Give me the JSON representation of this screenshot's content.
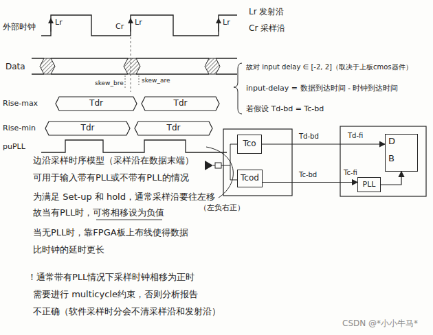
{
  "diagram": {
    "nodes": [
      {
        "text": [
          "Tdr"
        ]
      },
      {
        "text": [
          "Tdr"
        ]
      },
      {
        "text": [
          "Tdr"
        ]
      },
      {
        "text": [
          "Tdr"
        ]
      },
      {
        "text": [
          "Tco"
        ]
      },
      {
        "text": [
          "Tcod"
        ]
      },
      {
        "text": [
          "D",
          "B"
        ]
      },
      {
        "text": [
          "PLL"
        ]
      }
    ],
    "edges": [
      {
        "from": 4,
        "to": 6,
        "arrow": "to",
        "label": "Td-bd"
      },
      {
        "from": 5,
        "to": 7,
        "arrow": "to",
        "label": "Tc-bd"
      },
      {
        "from": 7,
        "to": 6,
        "arrow": "to"
      }
    ],
    "labels": [
      "外部时钟",
      "Lr",
      "Lr",
      "Cr",
      "Lr",
      "Data",
      "skew_bre",
      "skew_are",
      "Rise-max",
      "Rise-min",
      "puPLL",
      "边沿采样时序模型（采样沿在数据末端）",
      "可用于输入带有PLL或不带有PLL的情况",
      "为满足 Set-up 和 hold，通常采样沿要往左移",
      "故当有PLL时，可将相移设为负值",
      "（左负右正）",
      "当无PLL时，靠FPGA板上布线使得数据",
      "比时钟的延时更长",
      "！通常带有PLL情况下采样时钟相移为正时",
      "需要进行 multicycle约束，否则分析报告",
      "不正确（软件采样时分会不清采样沿和发射沿）",
      "Lr 发射沿",
      "Cr 采样沿",
      "故对 input delay ∈ [-2, 2]（取决于上板cmos器件）",
      "input-delay = 数据到达时间 - 时钟到达时间",
      "若假设 Td-bd = Tc-bd",
      "Td-fi",
      "Tc-fi",
      "CSDN @*小小牛马*"
    ]
  }
}
